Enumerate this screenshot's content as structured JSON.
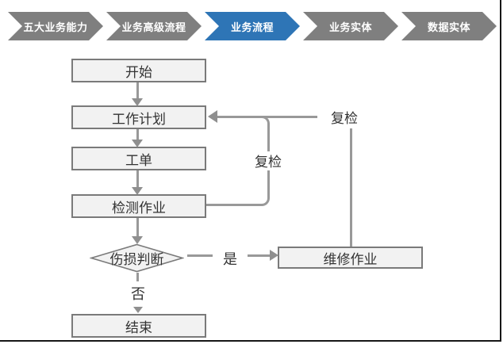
{
  "nav": {
    "items": [
      {
        "label": "五大业务能力",
        "active": false
      },
      {
        "label": "业务高级流程",
        "active": false
      },
      {
        "label": "业务流程",
        "active": true
      },
      {
        "label": "业务实体",
        "active": false
      },
      {
        "label": "数据实体",
        "active": false
      }
    ]
  },
  "flow": {
    "nodes": [
      {
        "id": "start",
        "label": "开始",
        "shape": "rect"
      },
      {
        "id": "work-plan",
        "label": "工作计划",
        "shape": "rect"
      },
      {
        "id": "work-order",
        "label": "工单",
        "shape": "rect"
      },
      {
        "id": "inspection",
        "label": "检测作业",
        "shape": "rect"
      },
      {
        "id": "damage-decision",
        "label": "伤损判断",
        "shape": "diamond"
      },
      {
        "id": "repair",
        "label": "维修作业",
        "shape": "rect"
      },
      {
        "id": "end",
        "label": "结束",
        "shape": "rect"
      }
    ],
    "edge_labels": {
      "recheck_from_inspection": "复检",
      "recheck_from_repair": "复检",
      "yes": "是",
      "no": "否"
    }
  },
  "colors": {
    "nav_gray": "#7f7f7f",
    "nav_active_blue": "#2e75b6",
    "node_fill": "#f2f2f2",
    "node_border": "#7a7a7a",
    "connector_gray": "#999999",
    "frame_black": "#161616"
  }
}
